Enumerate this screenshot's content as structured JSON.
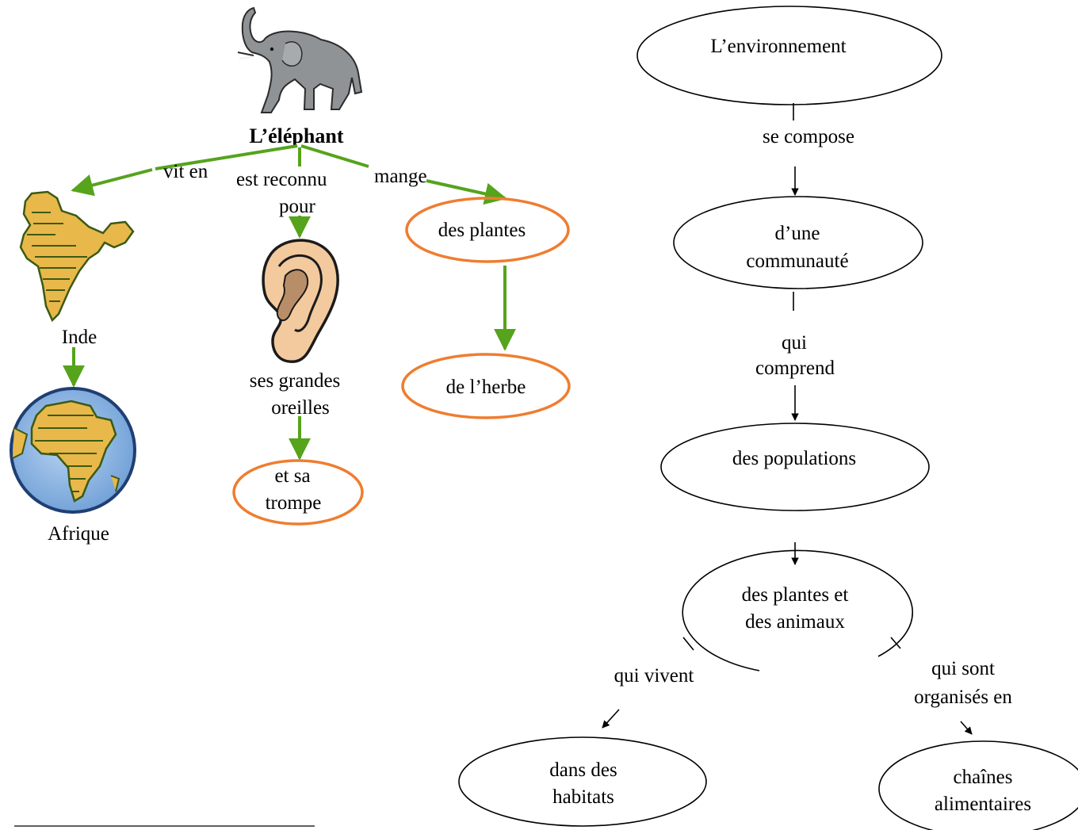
{
  "left_map": {
    "title": "L’éléphant",
    "links": {
      "lives_in": "vit en",
      "known_for_1": "est reconnu",
      "known_for_2": "pour",
      "eats": "mange"
    },
    "places": {
      "india": "Inde",
      "africa": "Afrique"
    },
    "features": {
      "ears_1": "ses grandes",
      "ears_2": "oreilles",
      "trunk_1": "et sa",
      "trunk_2": "trompe"
    },
    "food": {
      "plants": "des plantes",
      "grass": "de l’herbe"
    },
    "icons": [
      "elephant-icon",
      "india-map-icon",
      "ear-icon",
      "globe-africa-icon"
    ],
    "colors": {
      "arrow": "#56a31c",
      "oval": "#ef7d30",
      "land": "#e8b84a",
      "ocean": "#8fb8e6"
    }
  },
  "right_map": {
    "environment": "L’environnement",
    "link_composed": "se compose",
    "community_1": "d’une",
    "community_2": "communauté",
    "link_includes_1": "qui",
    "link_includes_2": "comprend",
    "populations": "des populations",
    "plants_animals_1": "des plantes et",
    "plants_animals_2": "des animaux",
    "link_live_1": "qui vivent",
    "link_org_1": "qui sont",
    "link_org_2": "organisés en",
    "habitats_1": "dans des",
    "habitats_2": "habitats",
    "chains_1": "chaînes",
    "chains_2": "alimentaires"
  }
}
